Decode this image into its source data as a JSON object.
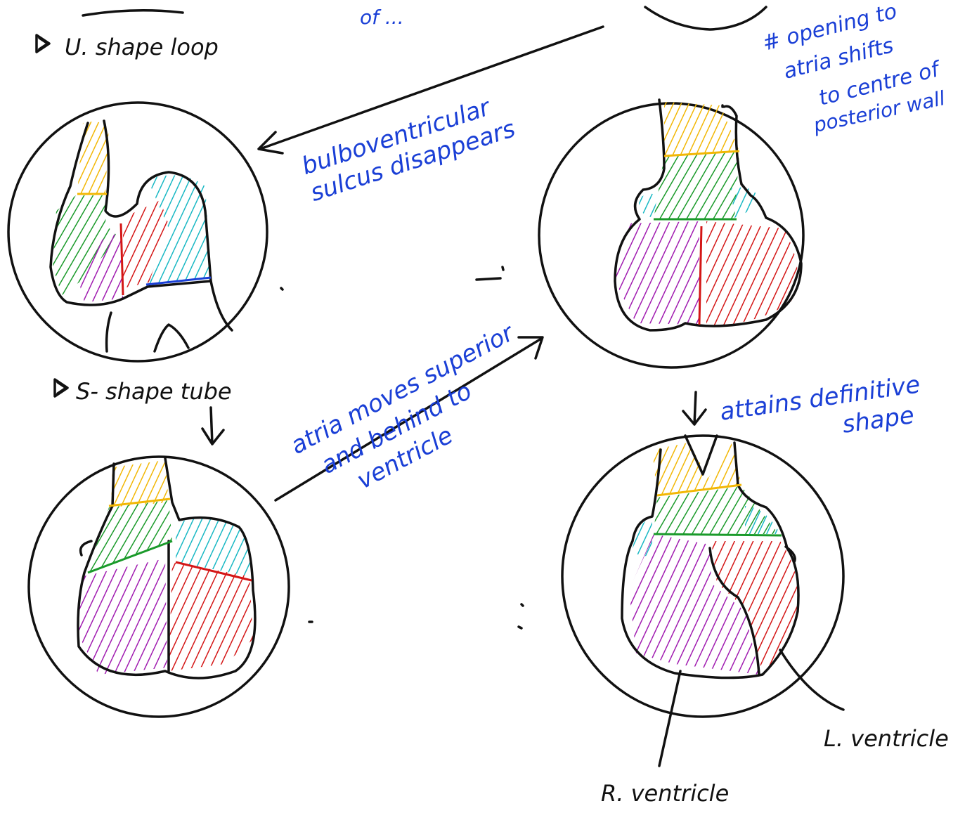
{
  "labels": {
    "u_shape": "U. shape loop",
    "s_shape": "S- shape tube",
    "r_ventricle": "R. ventricle",
    "l_ventricle": "L. ventricle",
    "top_fragment": "of ..."
  },
  "annotations": {
    "bulboventricular_1": "bulboventricular",
    "bulboventricular_2": "sulcus disappears",
    "atria_moves_1": "atria moves superior",
    "atria_moves_2": "and behind to",
    "atria_moves_3": "ventricle",
    "opening_1": "# opening to",
    "opening_2": "atria shifts",
    "opening_3": "to centre of",
    "opening_4": "posterior wall",
    "definitive_1": "attains definitive",
    "definitive_2": "shape"
  },
  "colors": {
    "ink": "#111111",
    "annotation": "#1a3fd6",
    "yellow": "#f2b705",
    "green": "#1a9a2a",
    "cyan": "#19b8c4",
    "purple": "#a01cb0",
    "red": "#d41616",
    "blue": "#1a3fd6"
  }
}
